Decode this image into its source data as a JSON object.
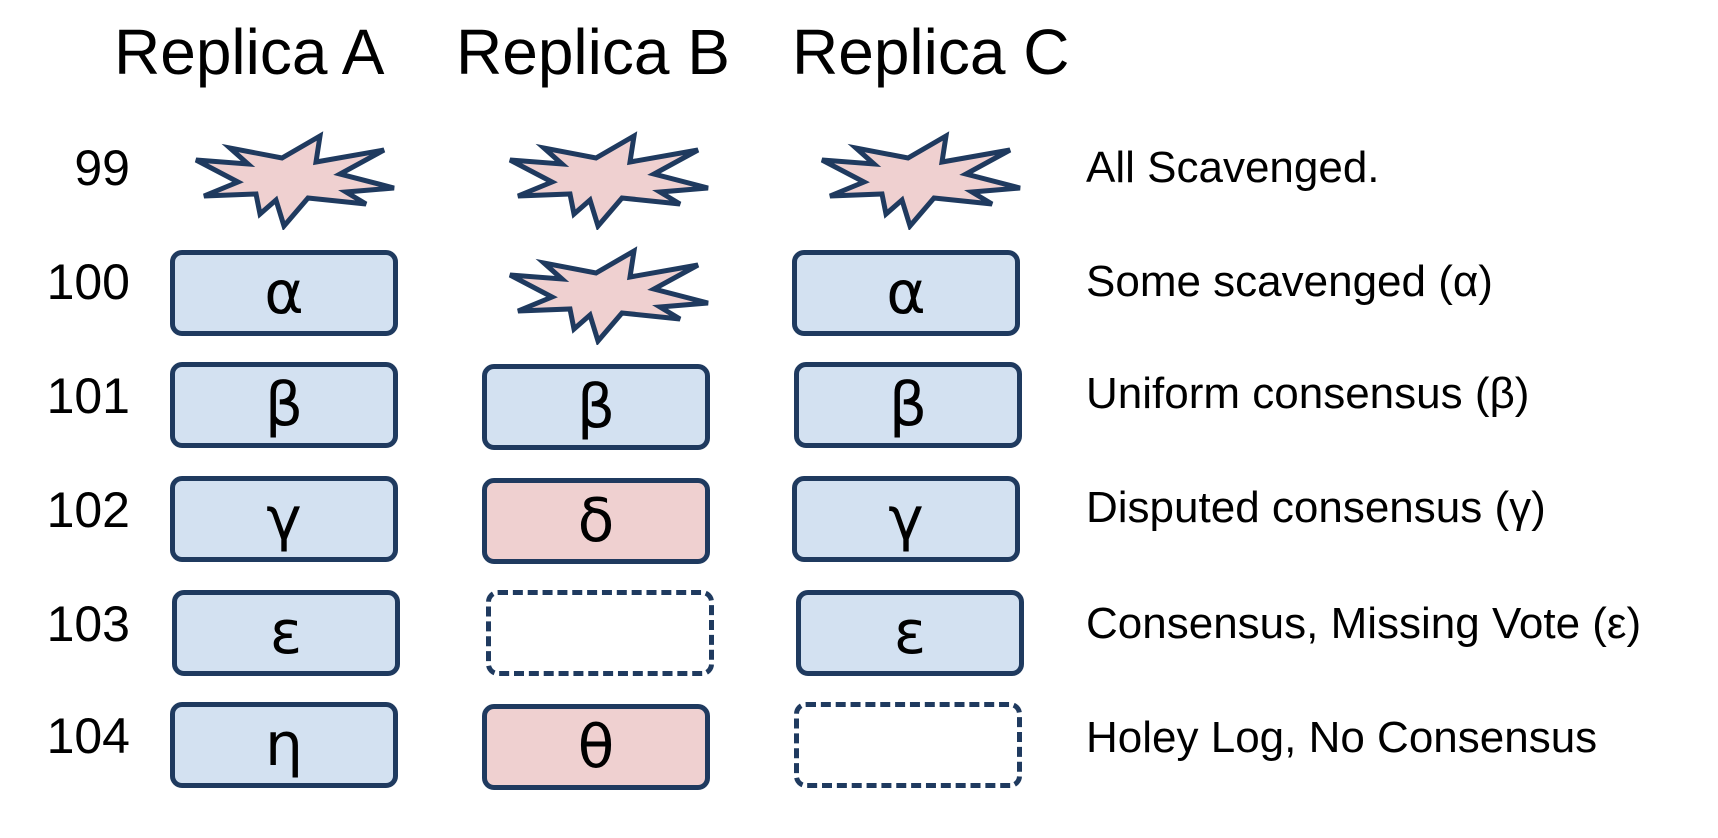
{
  "headers": [
    "Replica A",
    "Replica B",
    "Replica C"
  ],
  "colors": {
    "outline": "#1f3a5f",
    "agreed_fill": "#d3e1f1",
    "conflict_fill": "#efd0d0"
  },
  "rows": [
    {
      "slot": "99",
      "label": "All Scavenged.",
      "cells": [
        {
          "state": "scavenged",
          "icon": "explosion-icon",
          "text": ""
        },
        {
          "state": "scavenged",
          "icon": "explosion-icon",
          "text": ""
        },
        {
          "state": "scavenged",
          "icon": "explosion-icon",
          "text": ""
        }
      ]
    },
    {
      "slot": "100",
      "label": "Some scavenged (α)",
      "cells": [
        {
          "state": "agreed",
          "text": "α"
        },
        {
          "state": "scavenged",
          "icon": "explosion-icon",
          "text": ""
        },
        {
          "state": "agreed",
          "text": "α"
        }
      ]
    },
    {
      "slot": "101",
      "label": "Uniform consensus (β)",
      "cells": [
        {
          "state": "agreed",
          "text": "β"
        },
        {
          "state": "agreed",
          "text": "β"
        },
        {
          "state": "agreed",
          "text": "β"
        }
      ]
    },
    {
      "slot": "102",
      "label": "Disputed consensus (γ)",
      "cells": [
        {
          "state": "agreed",
          "text": "γ"
        },
        {
          "state": "conflict",
          "text": "δ"
        },
        {
          "state": "agreed",
          "text": "γ"
        }
      ]
    },
    {
      "slot": "103",
      "label": "Consensus, Missing Vote (ε)",
      "cells": [
        {
          "state": "agreed",
          "text": "ε"
        },
        {
          "state": "empty",
          "text": ""
        },
        {
          "state": "agreed",
          "text": "ε"
        }
      ]
    },
    {
      "slot": "104",
      "label": "Holey Log, No Consensus",
      "cells": [
        {
          "state": "agreed",
          "text": "η"
        },
        {
          "state": "conflict",
          "text": "θ"
        },
        {
          "state": "empty",
          "text": ""
        }
      ]
    }
  ]
}
